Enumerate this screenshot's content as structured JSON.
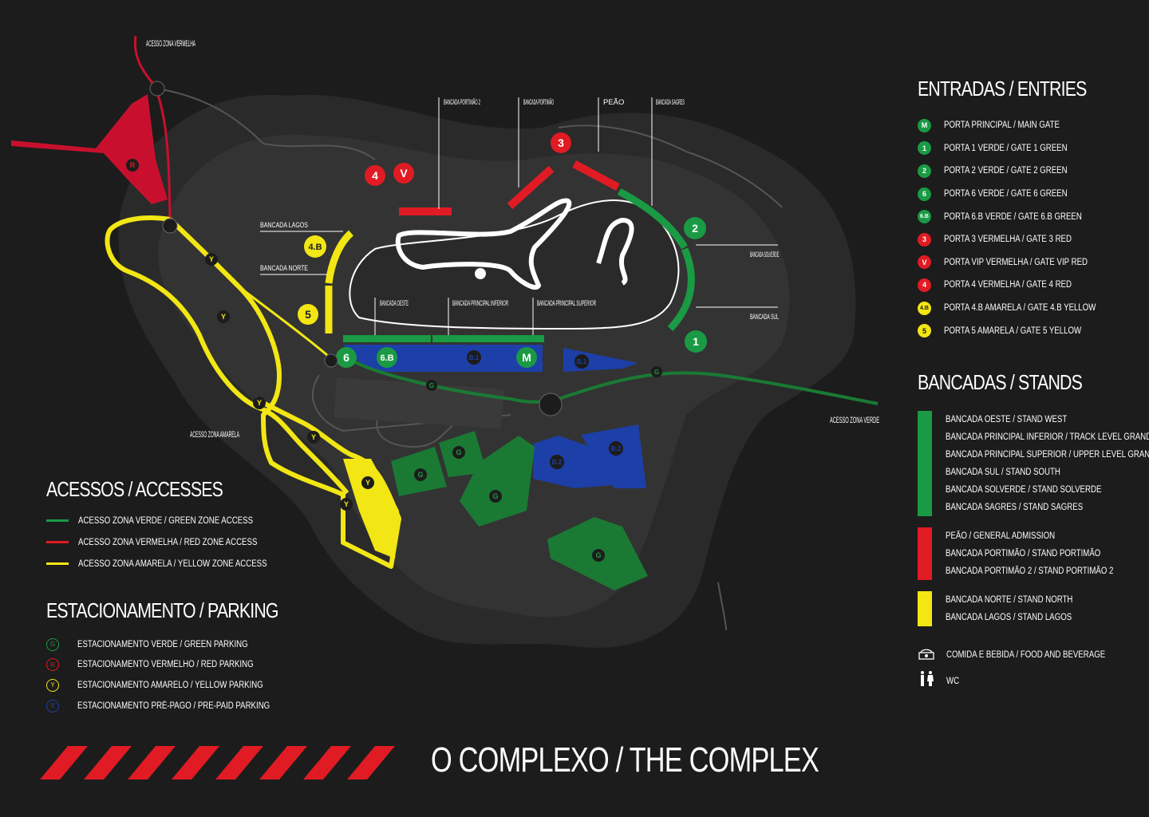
{
  "title": "O COMPLEXO / THE COMPLEX",
  "colors": {
    "background": "#1c1c1c",
    "land": "#2a2a2a",
    "green": "#1a9a44",
    "red": "#e01b24",
    "yellow": "#f2e614",
    "blue": "#1d3fa8",
    "track": "#ffffff"
  },
  "map": {
    "access_labels": {
      "red": "ACESSO ZONA VERMELHA",
      "yellow": "ACESSO ZONA AMARELA",
      "green": "ACESSO ZONA VERDE"
    },
    "stand_labels": {
      "portimao2": "BANCADA PORTIMÃO 2",
      "portimao": "BANCADA PORTIMÃO",
      "peao": "PEÃO",
      "sagres": "BANCADA SAGRES",
      "lagos": "BANCADA LAGOS",
      "norte": "BANCADA NORTE",
      "solverde": "BANCADA SOLVERDE",
      "sul": "BANCADA SUL",
      "oeste": "BANCADA OESTE",
      "inferior": "BANCADA PRINCIPAL INFERIOR",
      "superior": "BANCADA PRINCIPAL SUPERIOR"
    },
    "gates": {
      "g4": "4",
      "gV": "V",
      "g3": "3",
      "g2": "2",
      "g1": "1",
      "g4B": "4.B",
      "g5": "5",
      "gG6": "6",
      "g6B": "6.B",
      "gM": "M"
    },
    "parking": {
      "red": "R",
      "yellow": "Y",
      "green": "G",
      "b1": "B.1",
      "b2": "B.2"
    }
  },
  "entries": {
    "heading": "ENTRADAS / ENTRIES",
    "items": [
      {
        "code": "M",
        "label": "PORTA PRINCIPAL / MAIN GATE",
        "color": "#1a9a44",
        "text_color": "#ffffff"
      },
      {
        "code": "1",
        "label": "PORTA 1 VERDE / GATE 1 GREEN",
        "color": "#1a9a44",
        "text_color": "#ffffff"
      },
      {
        "code": "2",
        "label": "PORTA 2 VERDE / GATE 2 GREEN",
        "color": "#1a9a44",
        "text_color": "#ffffff"
      },
      {
        "code": "6",
        "label": "PORTA 6 VERDE / GATE 6 GREEN",
        "color": "#1a9a44",
        "text_color": "#ffffff"
      },
      {
        "code": "6.B",
        "label": "PORTA 6.B VERDE / GATE 6.B GREEN",
        "color": "#1a9a44",
        "text_color": "#ffffff"
      },
      {
        "code": "3",
        "label": "PORTA 3 VERMELHA  / GATE 3 RED",
        "color": "#e01b24",
        "text_color": "#ffffff"
      },
      {
        "code": "V",
        "label": "PORTA VIP VERMELHA / GATE VIP RED",
        "color": "#e01b24",
        "text_color": "#ffffff"
      },
      {
        "code": "4",
        "label": "PORTA 4 VERMELHA / GATE 4 RED",
        "color": "#e01b24",
        "text_color": "#ffffff"
      },
      {
        "code": "4.B",
        "label": "PORTA 4.B AMARELA / GATE 4.B YELLOW",
        "color": "#f2e614",
        "text_color": "#1c1c1c"
      },
      {
        "code": "5",
        "label": "PORTA 5 AMARELA / GATE 5 YELLOW",
        "color": "#f2e614",
        "text_color": "#1c1c1c"
      }
    ]
  },
  "stands": {
    "heading": "BANCADAS / STANDS",
    "groups": [
      {
        "color": "#1a9a44",
        "items": [
          "BANCADA OESTE / STAND WEST",
          "BANCADA PRINCIPAL INFERIOR / TRACK LEVEL GRANDSTAND",
          "BANCADA PRINCIPAL SUPERIOR / UPPER LEVEL GRANDSTAND",
          "BANCADA SUL / STAND SOUTH",
          "BANCADA SOLVERDE / STAND SOLVERDE",
          "BANCADA SAGRES / STAND SAGRES"
        ]
      },
      {
        "color": "#e01b24",
        "items": [
          "PEÃO / GENERAL ADMISSION",
          "BANCADA PORTIMÃO / STAND PORTIMÃO",
          "BANCADA PORTIMÃO 2 / STAND PORTIMÃO 2"
        ]
      },
      {
        "color": "#f2e614",
        "items": [
          "BANCADA NORTE / STAND NORTH",
          "BANCADA LAGOS / STAND LAGOS"
        ]
      }
    ],
    "amenities": [
      {
        "icon": "food-icon",
        "label": "COMIDA E BEBIDA / FOOD AND BEVERAGE"
      },
      {
        "icon": "wc-icon",
        "label": "WC"
      }
    ]
  },
  "accesses": {
    "heading": "ACESSOS / ACCESSES",
    "items": [
      {
        "label": "ACESSO ZONA VERDE / GREEN ZONE ACCESS",
        "color": "#1a9a44"
      },
      {
        "label": "ACESSO ZONA VERMELHA / RED ZONE ACCESS",
        "color": "#e01b24"
      },
      {
        "label": "ACESSO ZONA AMARELA / YELLOW ZONE ACCESS",
        "color": "#f2e614"
      }
    ]
  },
  "parking_legend": {
    "heading": "ESTACIONAMENTO / PARKING",
    "items": [
      {
        "code": "G",
        "label": "ESTACIONAMENTO VERDE / GREEN PARKING",
        "color": "#1a9a44"
      },
      {
        "code": "R",
        "label": "ESTACIONAMENTO VERMELHO / RED PARKING",
        "color": "#e01b24"
      },
      {
        "code": "Y",
        "label": "ESTACIONAMENTO AMARELO / YELLOW PARKING",
        "color": "#f2e614"
      },
      {
        "code": "B",
        "label": "ESTACIONAMENTO PRÉ-PAGO / PRE-PAID PARKING",
        "color": "#1d3fa8"
      }
    ]
  }
}
